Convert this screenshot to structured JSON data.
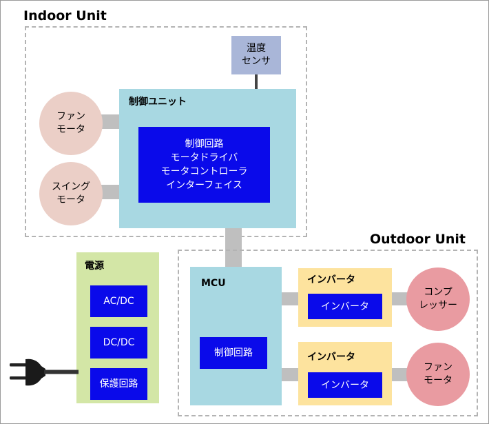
{
  "indoor": {
    "title": "Indoor Unit",
    "sensor": {
      "line1": "温度",
      "line2": "センサ"
    },
    "control_unit": {
      "title": "制御ユニット",
      "block_lines": [
        "制御回路",
        "モータドライバ",
        "モータコントローラ",
        "インターフェイス"
      ]
    },
    "fan_motor": {
      "line1": "ファン",
      "line2": "モータ"
    },
    "swing_motor": {
      "line1": "スイング",
      "line2": "モータ"
    }
  },
  "outdoor": {
    "title": "Outdoor Unit",
    "mcu": {
      "title": "MCU",
      "block": "制御回路"
    },
    "inverter1": {
      "title": "インバータ",
      "block": "インバータ"
    },
    "inverter2": {
      "title": "インバータ",
      "block": "インバータ"
    },
    "compressor": {
      "line1": "コンプ",
      "line2": "レッサー"
    },
    "fan_motor": {
      "line1": "ファン",
      "line2": "モータ"
    }
  },
  "power": {
    "title": "電源",
    "blocks": [
      "AC/DC",
      "DC/DC",
      "保護回路"
    ]
  },
  "colors": {
    "blue_block": "#0a0aea",
    "control_unit": "#a8d8e2",
    "power_supply": "#d3e6a6",
    "inverter": "#fde39e",
    "indoor_motor": "#ebcfc7",
    "outdoor_motor": "#e99ba1",
    "sensor": "#a9b6d8",
    "connector": "#bfbfbf"
  },
  "icons": {
    "plug": "power-plug-icon"
  }
}
